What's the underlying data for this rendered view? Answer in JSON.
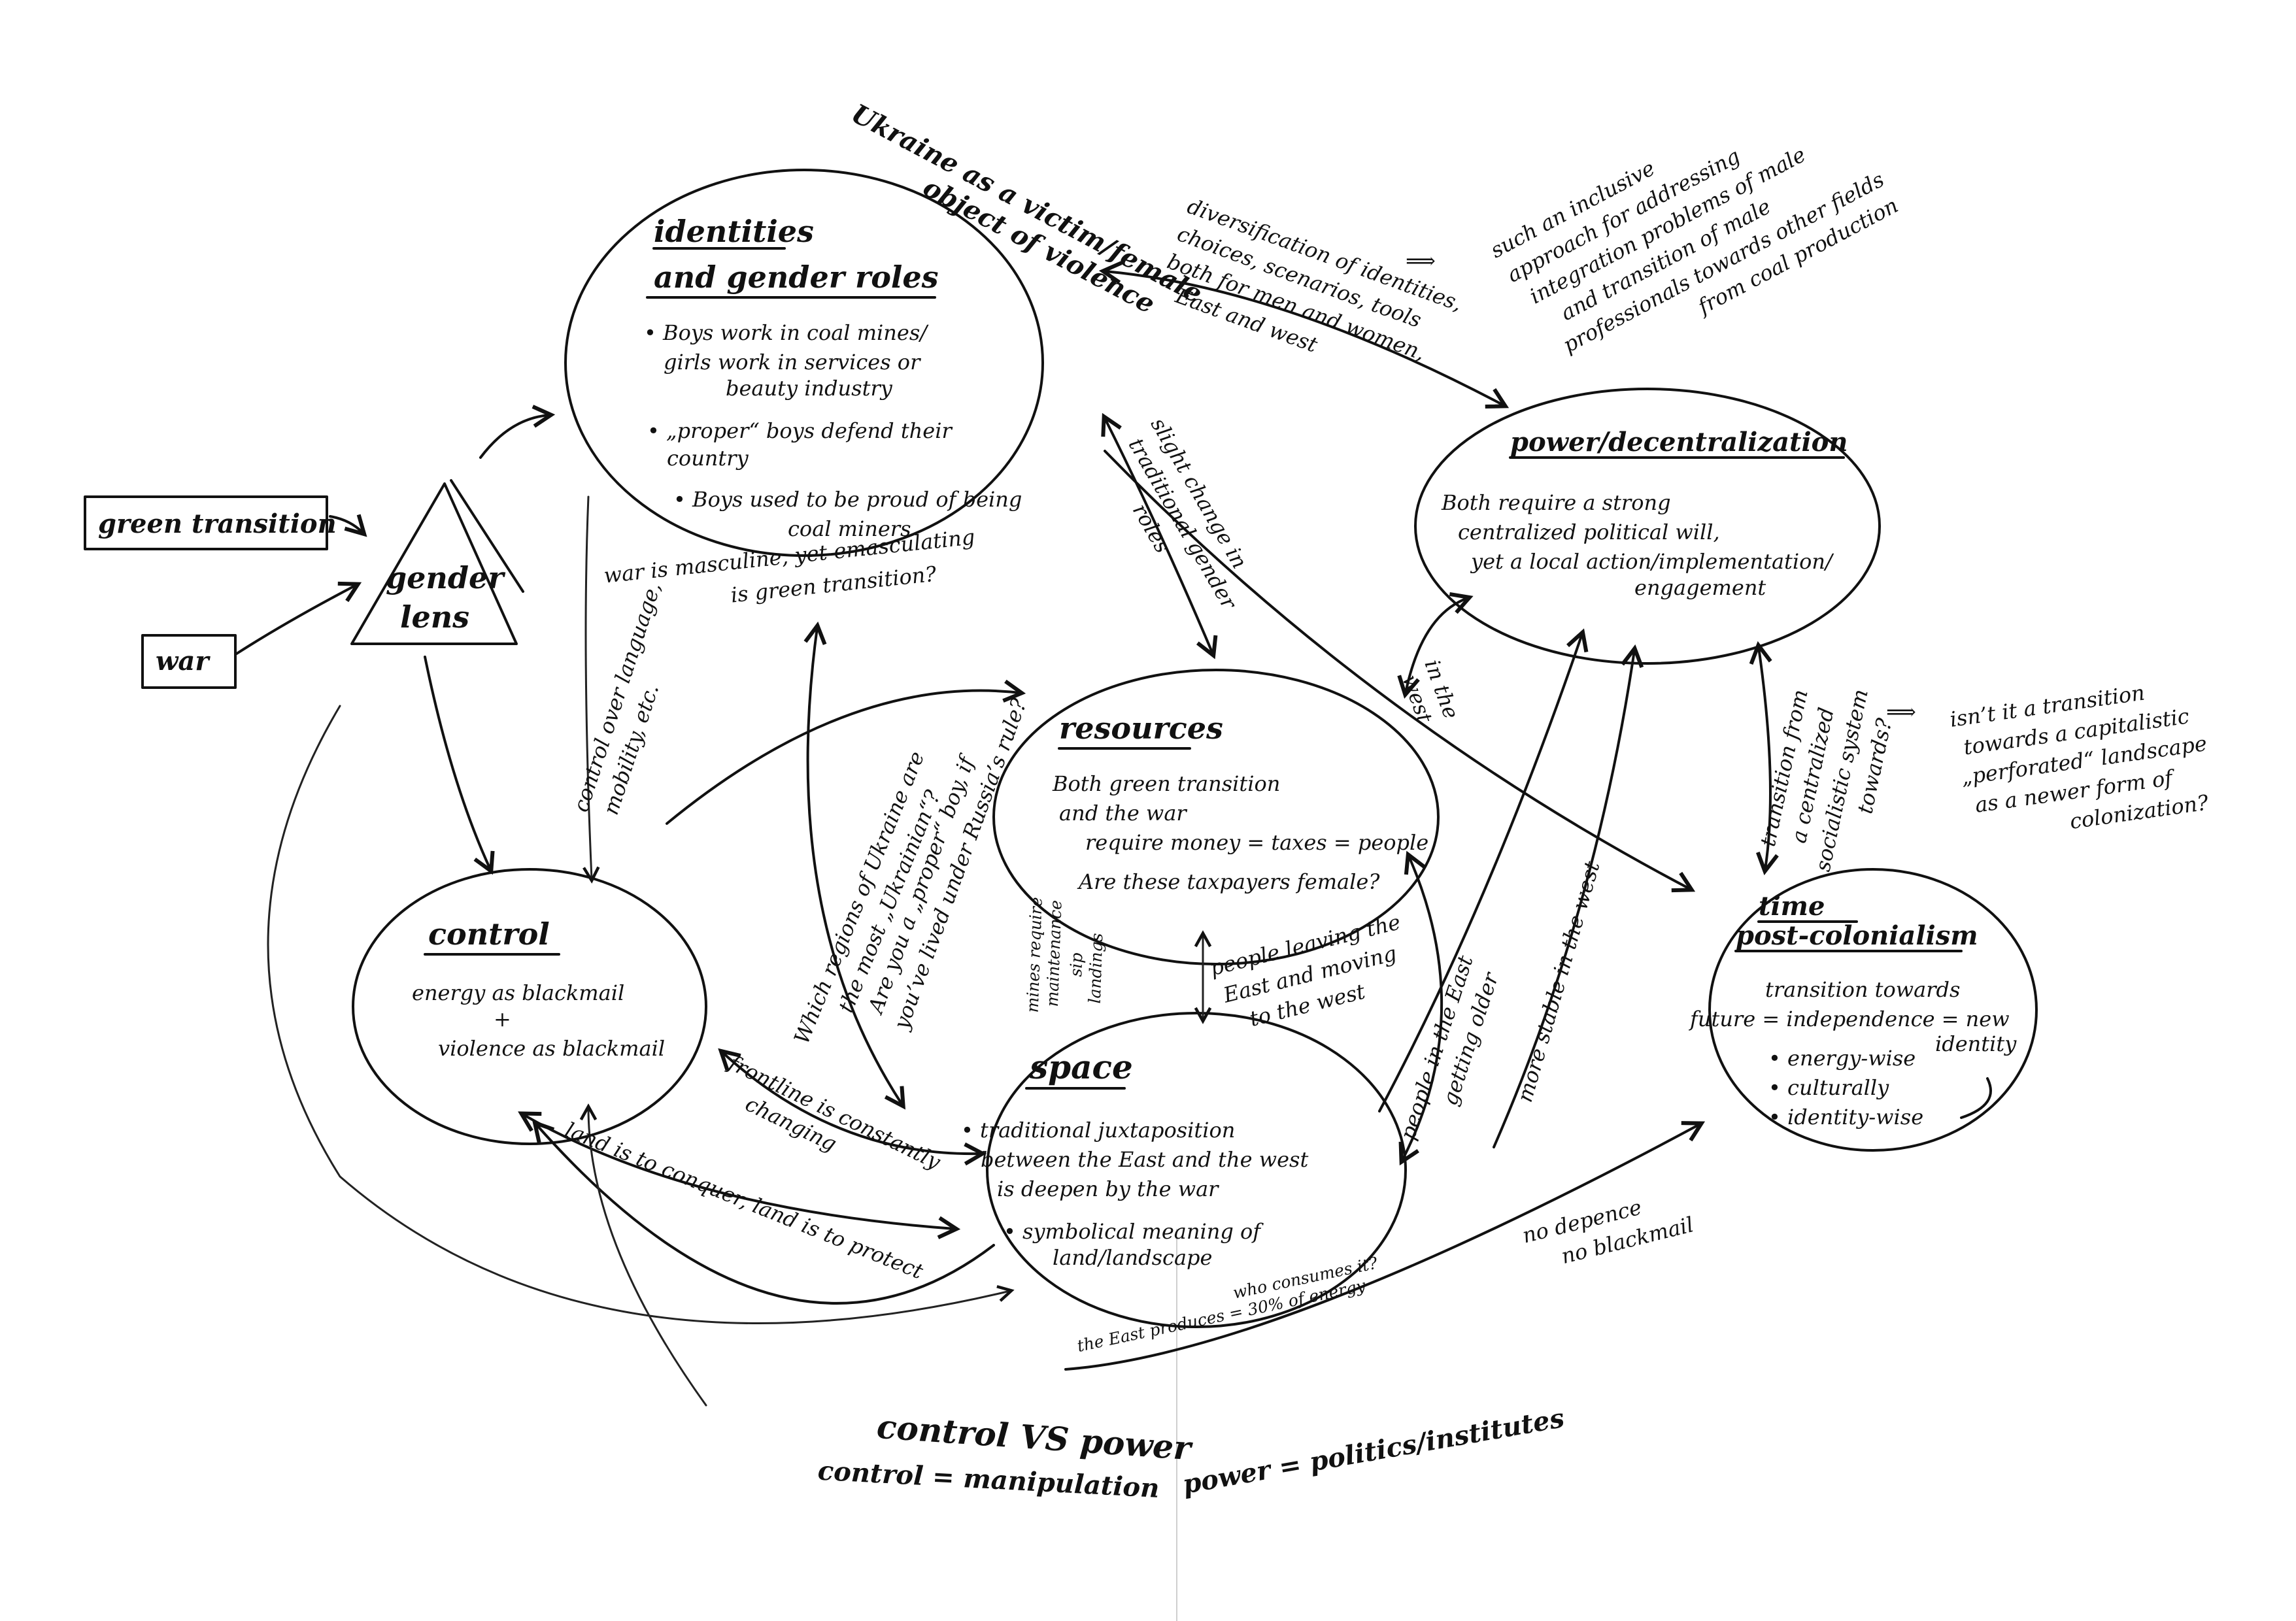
{
  "inputs": {
    "green_transition": "green transition",
    "war": "war",
    "gender_lens": [
      "gender",
      "lens"
    ]
  },
  "nodes": {
    "identities": {
      "title": [
        "identities",
        "and gender roles"
      ],
      "bullets": [
        "• Boys work in coal mines/",
        "girls work in services or",
        "beauty industry",
        "• „proper“ boys defend their",
        "country",
        "• Boys used to be proud of being",
        "coal miners"
      ]
    },
    "power": {
      "title": "power/decentralization",
      "body": [
        "Both require a strong",
        "centralized political will,",
        "yet a local action/implementation/",
        "engagement"
      ]
    },
    "resources": {
      "title": "resources",
      "body": [
        "Both green transition",
        "and the war",
        "require money = taxes = people",
        "Are these taxpayers female?"
      ]
    },
    "control": {
      "title": "control",
      "body": [
        "energy as blackmail",
        "+",
        "violence as blackmail"
      ]
    },
    "space": {
      "title": "space",
      "body": [
        "• traditional juxtaposition",
        "between the East and the west",
        "is deepen by the war",
        "• symbolical meaning of",
        "land/landscape"
      ]
    },
    "time": {
      "title": [
        "time",
        "post-colonialism"
      ],
      "body": [
        "transition towards",
        "future = independence = new",
        "identity",
        "• energy-wise",
        "• culturally",
        "• identity-wise"
      ]
    }
  },
  "annotations": {
    "victim": [
      "Ukraine as a victim/female",
      "object of violence"
    ],
    "diversification": [
      "diversification of identities,",
      "choices, scenarios, tools",
      "both for men and women,",
      "East and west"
    ],
    "inclusive": [
      "such an inclusive",
      "approach for addressing",
      "integration problems of male",
      "and transition of male",
      "professionals towards other fields",
      "from coal production"
    ],
    "war_masculine": [
      "war is masculine, yet emasculating",
      "is green transition?"
    ],
    "slight_change": [
      "slight change in",
      "traditional gender",
      "roles"
    ],
    "control_language": [
      "control over language,",
      "mobility, etc."
    ],
    "which_regions": [
      "Which regions of Ukraine are",
      "the most „Ukrainian“?"
    ],
    "proper_boy": [
      "Are you a „proper“ boy, if",
      "you’ve lived under Russia’s rule?"
    ],
    "in_the_west": [
      "in the",
      "west"
    ],
    "transition_from": [
      "transition from",
      "a centralized",
      "socialistic system",
      "towards?"
    ],
    "capitalistic": [
      "isn’t it a transition",
      "towards a capitalistic",
      "„perforated“ landscape",
      "as a newer form of",
      "colonization?"
    ],
    "mines": [
      "mines require",
      "maintenance"
    ],
    "sip": [
      "sip",
      "landings"
    ],
    "people_leaving": [
      "people leaving the",
      "East and moving",
      "to the west"
    ],
    "people_east": [
      "people in the East",
      "getting older"
    ],
    "more_stable": "more stable in the west",
    "frontline": [
      "frontline is constantly",
      "changing"
    ],
    "land": "land is to conquer, land is to protect",
    "east_produces": "the East produces = 30% of energy",
    "who_consumes": "who consumes it?",
    "no_dependence": [
      "no depence",
      "no blackmail"
    ],
    "arrow_symbol": "⟹"
  },
  "footer": {
    "control_vs_power": "control VS power",
    "control_def": "control = manipulation",
    "power_def": "power = politics/institutes"
  }
}
